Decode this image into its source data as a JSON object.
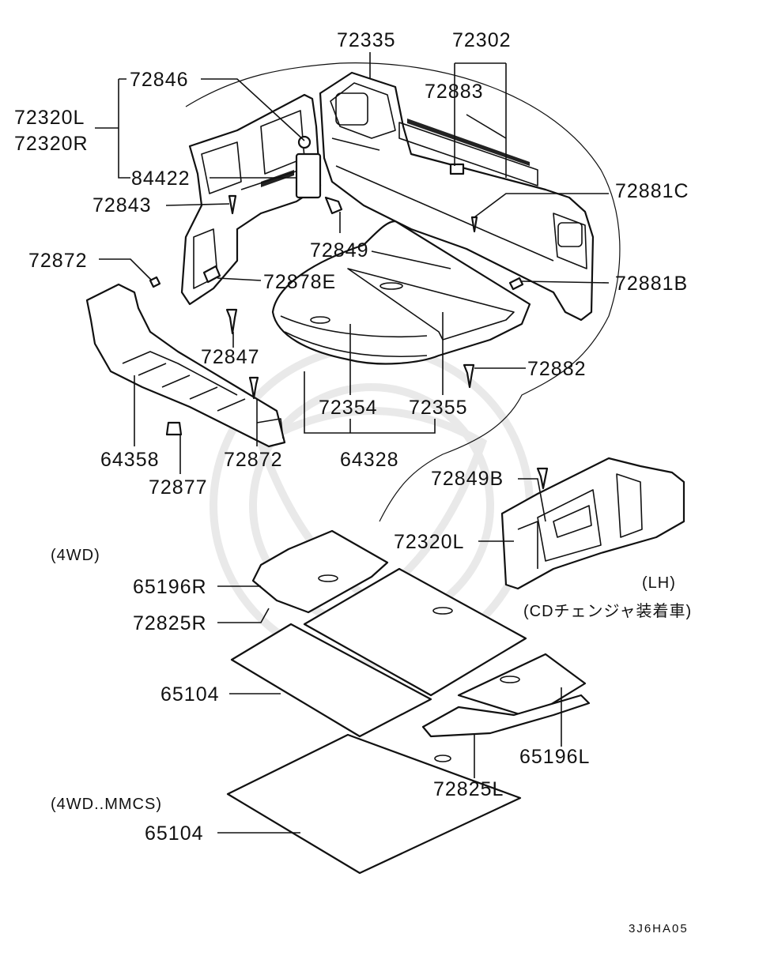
{
  "labels": {
    "l72335": "72335",
    "l72302": "72302",
    "l72846": "72846",
    "l72883": "72883",
    "l72320L_top": "72320L",
    "l72320R": "72320R",
    "l84422": "84422",
    "l72881C": "72881C",
    "l72843": "72843",
    "l72849": "72849",
    "l72872_top": "72872",
    "l72878E": "72878E",
    "l72881B": "72881B",
    "l72847": "72847",
    "l72882": "72882",
    "l72354": "72354",
    "l72355": "72355",
    "l64358": "64358",
    "l72872_bottom": "72872",
    "l64328": "64328",
    "l72877": "72877",
    "l72849B": "72849B",
    "l72320L_cd": "72320L",
    "l65196R": "65196R",
    "l72825R": "72825R",
    "l65104_a": "65104",
    "l65196L": "65196L",
    "l72825L": "72825L",
    "l65104_b": "65104"
  },
  "notes": {
    "four_wd": "(4WD)",
    "lh": "(LH)",
    "cd_changer": "(CDチェンジャ装着車)",
    "four_wd_mmcs": "(4WD..MMCS)"
  },
  "code": "3J6HA05"
}
